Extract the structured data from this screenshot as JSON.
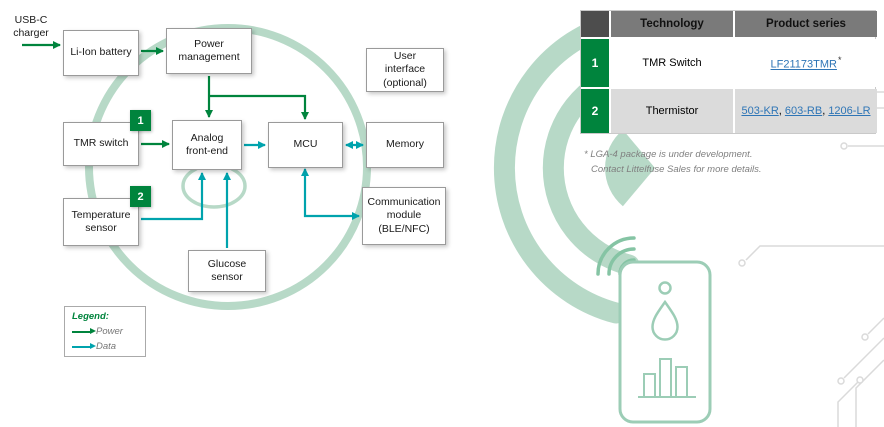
{
  "colors": {
    "brand_green": "#00843D",
    "data_teal": "#00A3AD",
    "light_green": "#B7D9C7",
    "link_blue": "#2E75B6"
  },
  "diagram": {
    "usb_label": "USB-C charger",
    "blocks": {
      "battery": "Li-Ion battery",
      "power": "Power management",
      "ui": "User interface (optional)",
      "tmr": "TMR switch",
      "afe": "Analog front-end",
      "mcu": "MCU",
      "memory": "Memory",
      "temp": "Temperature sensor",
      "comm": "Communication module (BLE/NFC)",
      "glucose": "Glucose sensor"
    },
    "badges": {
      "tmr": "1",
      "temp": "2"
    },
    "legend": {
      "title": "Legend:",
      "power": "Power",
      "data": "Data"
    }
  },
  "table": {
    "headers": {
      "technology": "Technology",
      "product_series": "Product series"
    },
    "rows": [
      {
        "num": "1",
        "technology": "TMR Switch",
        "links": [
          "LF21173TMR"
        ],
        "mark": "*"
      },
      {
        "num": "2",
        "technology": "Thermistor",
        "links": [
          "503-KR",
          "603-RB",
          "1206-LR"
        ],
        "sep": ", "
      }
    ],
    "footnote": [
      "* LGA-4 package is under development.",
      "Contact Littelfuse Sales for more details."
    ]
  }
}
